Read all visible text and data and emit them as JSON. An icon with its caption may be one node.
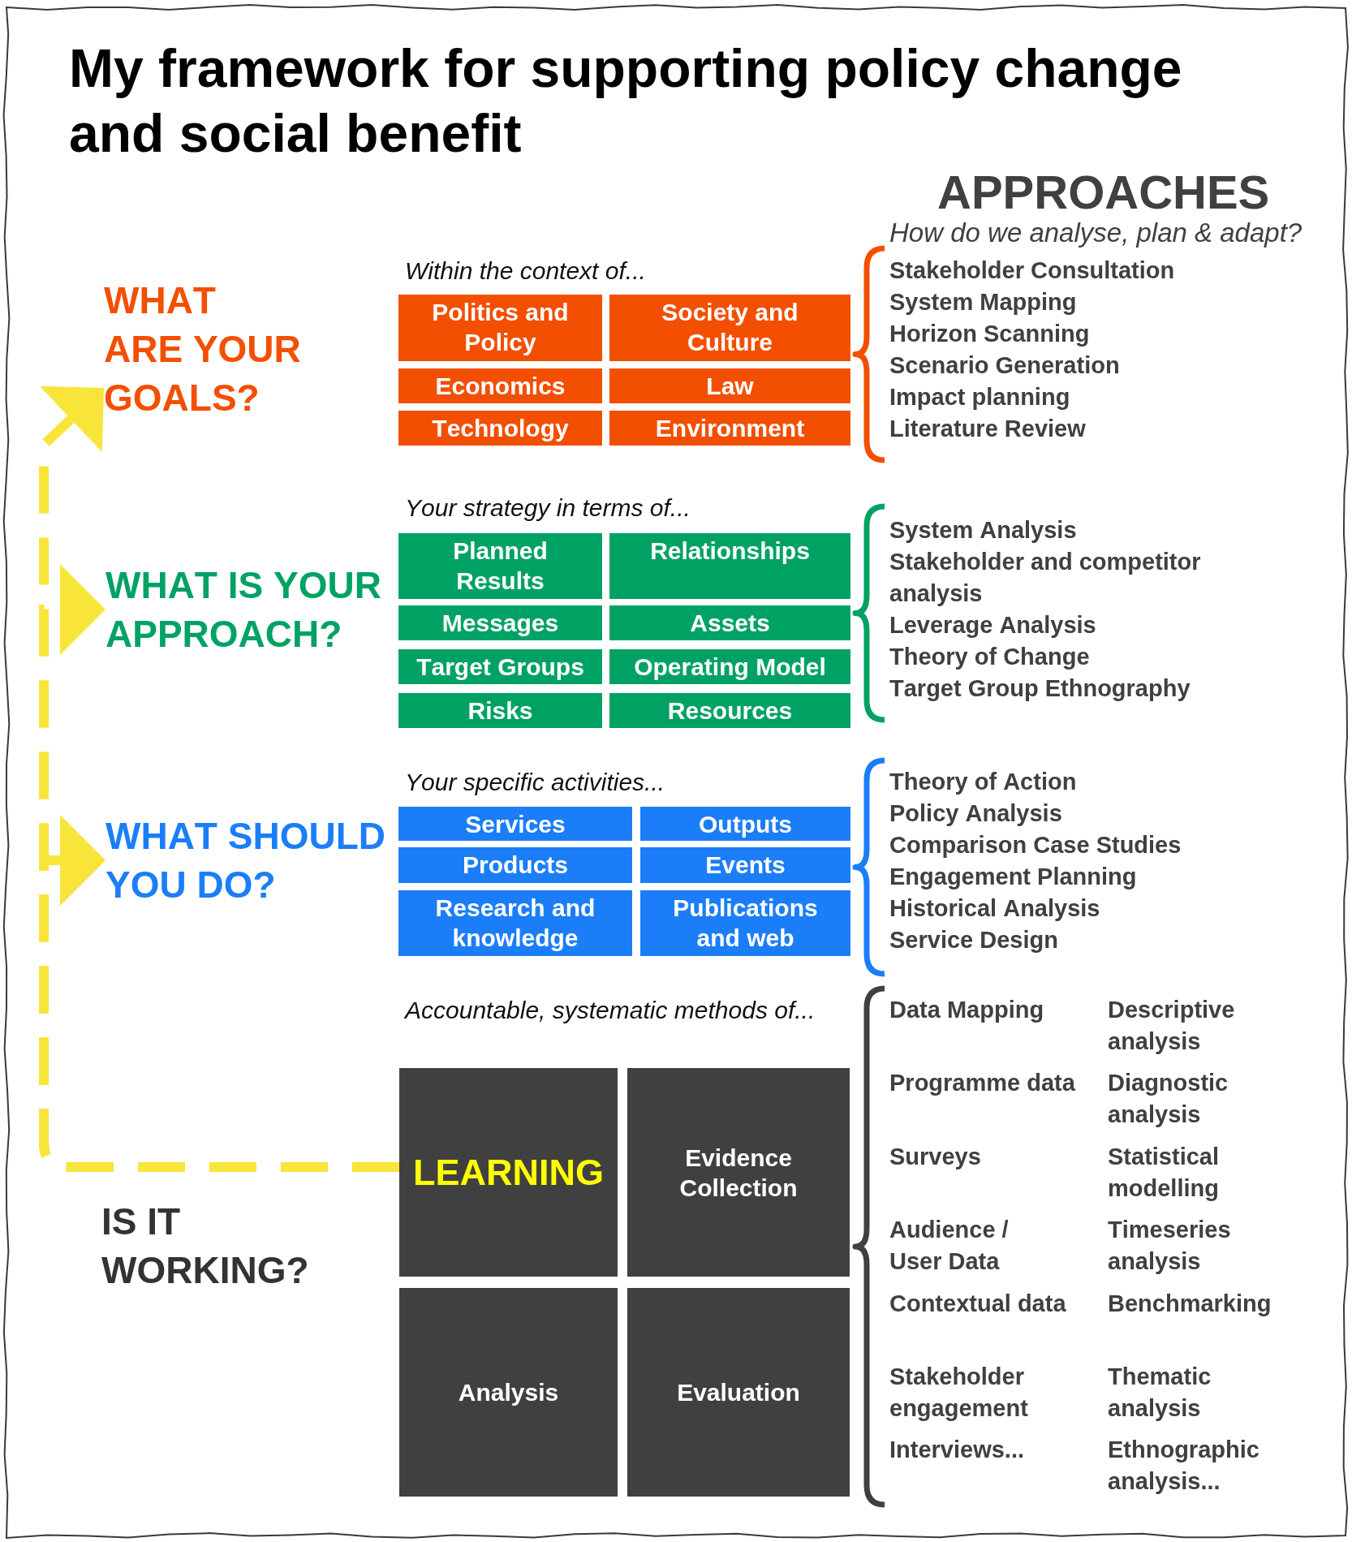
{
  "diagram": {
    "title": "My framework for supporting policy change and social benefit",
    "nodes": [
      {
        "text": [
          "WHAT ARE YOUR GOALS?"
        ]
      },
      {
        "text": [
          "Politics and Policy"
        ]
      },
      {
        "text": [
          "Society and Culture"
        ]
      },
      {
        "text": [
          "Economics"
        ]
      },
      {
        "text": [
          "Law"
        ]
      },
      {
        "text": [
          "Technology"
        ]
      },
      {
        "text": [
          "Environment"
        ]
      },
      {
        "text": [
          "WHAT IS YOUR APPROACH?"
        ]
      },
      {
        "text": [
          "Planned Results"
        ]
      },
      {
        "text": [
          "Relationships"
        ]
      },
      {
        "text": [
          "Messages"
        ]
      },
      {
        "text": [
          "Assets"
        ]
      },
      {
        "text": [
          "Target Groups"
        ]
      },
      {
        "text": [
          "Operating Model"
        ]
      },
      {
        "text": [
          "Risks"
        ]
      },
      {
        "text": [
          "Resources"
        ]
      },
      {
        "text": [
          "WHAT SHOULD YOU DO?"
        ]
      },
      {
        "text": [
          "Services"
        ]
      },
      {
        "text": [
          "Outputs"
        ]
      },
      {
        "text": [
          "Products"
        ]
      },
      {
        "text": [
          "Events"
        ]
      },
      {
        "text": [
          "Research and knowledge"
        ]
      },
      {
        "text": [
          "Publications and web"
        ]
      },
      {
        "text": [
          "LEARNING"
        ]
      },
      {
        "text": [
          "Evidence Collection"
        ]
      },
      {
        "text": [
          "Analysis"
        ]
      },
      {
        "text": [
          "Evaluation"
        ]
      }
    ],
    "edges": [
      {
        "from": 23,
        "to": 0,
        "arrow": "to",
        "style": "dashed",
        "color": "#f9e43a"
      },
      {
        "from": 23,
        "to": 7,
        "arrow": "to",
        "style": "dashed",
        "color": "#f9e43a"
      },
      {
        "from": 23,
        "to": 16,
        "arrow": "to",
        "style": "dashed",
        "color": "#f9e43a"
      }
    ],
    "labels": [
      "APPROACHES",
      "How do we analyse, plan & adapt?",
      "Within the context of...",
      "Stakeholder Consultation",
      "System Mapping",
      "Horizon Scanning",
      "Scenario Generation",
      "Impact planning",
      "Literature Review",
      "Your strategy in terms of...",
      "System Analysis",
      "Stakeholder and competitor analysis",
      "Leverage Analysis",
      "Theory of Change",
      "Target Group Ethnography",
      "Your specific activities...",
      "Theory of Action",
      "Policy Analysis",
      "Comparison Case Studies",
      "Engagement Planning",
      "Historical Analysis",
      "Service Design",
      "Accountable, systematic methods of...",
      "IS IT WORKING?",
      "Data Mapping",
      "Descriptive analysis",
      "Programme data",
      "Diagnostic analysis",
      "Surveys",
      "Statistical modelling",
      "Audience / User Data",
      "Timeseries analysis",
      "Contextual data",
      "Benchmarking",
      "Stakeholder engagement",
      "Thematic analysis",
      "Interviews...",
      "Ethnographic analysis..."
    ]
  }
}
